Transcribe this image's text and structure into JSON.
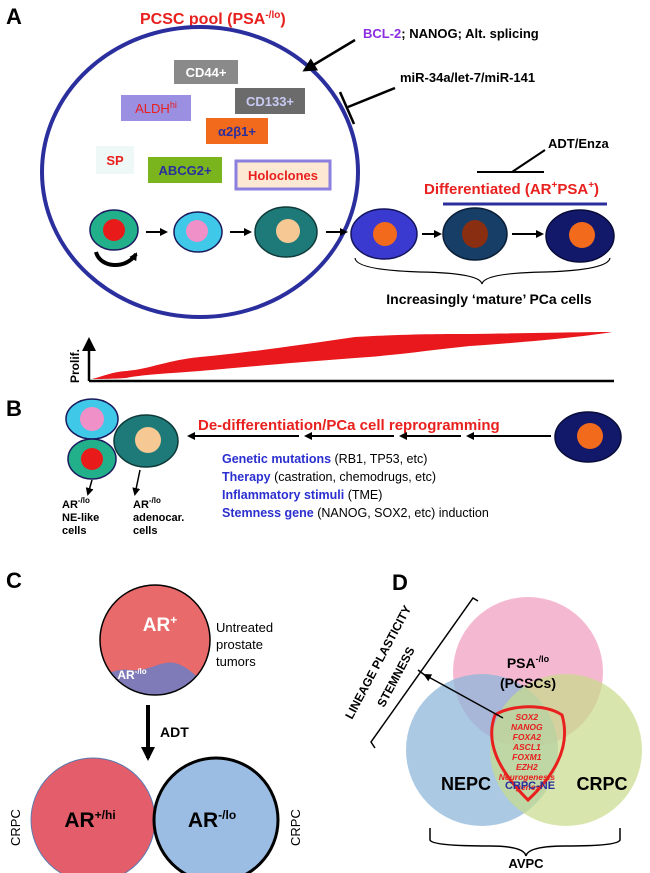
{
  "panels": {
    "a": "A",
    "b": "B",
    "c": "C",
    "d": "D"
  },
  "panel_a": {
    "pool_title": "PCSC pool (PSA",
    "pool_title_sup": "-/lo",
    "pool_title_close": ")",
    "bcl2": "BCL-2",
    "regulators_rest": "; NANOG; Alt. splicing",
    "mirnas": "miR-34a/let-7/miR-141",
    "markers": {
      "cd44": "CD44+",
      "aldh": "ALDH",
      "aldh_sup": "hi",
      "cd133": "CD133+",
      "a2b1": "α2β1+",
      "sp": "SP",
      "abcg2": "ABCG2+",
      "holoclones": "Holoclones"
    },
    "adt_enza": "ADT/Enza",
    "differentiated": "Differentiated (AR",
    "differentiated_sup1": "+",
    "differentiated_mid": "PSA",
    "differentiated_sup2": "+",
    "differentiated_close": ")",
    "mature_label": "Increasingly ‘mature’ PCa cells",
    "prolif_label": "Prolif."
  },
  "panel_b": {
    "title": "De-differentiation/PCa cell reprogramming",
    "factors": [
      {
        "bold": "Genetic mutations",
        "rest": " (RB1, TP53, etc)"
      },
      {
        "bold": "Therapy",
        "rest": " (castration, chemodrugs, etc)"
      },
      {
        "bold": "Inflammatory stimuli",
        "rest": " (TME)"
      },
      {
        "bold": "Stemness gene",
        "rest": " (NANOG, SOX2, etc) induction"
      }
    ],
    "ne_line1": "AR",
    "ne_sup": "-/lo",
    "ne_line2": "NE-like",
    "ne_line3": "cells",
    "ad_line1": "AR",
    "ad_sup": "-/lo",
    "ad_line2": "adenocar.",
    "ad_line3": "cells"
  },
  "panel_c": {
    "ar_pos": "AR",
    "ar_pos_sup": "+",
    "ar_lo": "AR",
    "ar_lo_sup": "-/lo",
    "untreated_1": "Untreated",
    "untreated_2": "prostate",
    "untreated_3": "tumors",
    "adt": "ADT",
    "crpc_left": "CRPC",
    "crpc_right": "CRPC",
    "ar_hi": "AR",
    "ar_hi_sup": "+/hi",
    "ar_lo2": "AR",
    "ar_lo2_sup": "-/lo"
  },
  "panel_d": {
    "lineage_1": "LINEAGE PLASTICITY",
    "lineage_2": "STEMNESS",
    "psa_label": "PSA",
    "psa_sup": "-/lo",
    "pcscs": "(PCSCs)",
    "genes": [
      "SOX2",
      "NANOG",
      "FOXA2",
      "ASCL1",
      "FOXM1",
      "EZH2",
      "Neurogenesis",
      "genes"
    ],
    "nepc": "NEPC",
    "crpc": "CRPC",
    "crpc_ne": "CRPC-NE",
    "avpc": "AVPC"
  },
  "colors": {
    "red_title": "#e8201e",
    "purple": "#8b2be2",
    "navy": "#2b2f9e",
    "curve_red": "#e8181c",
    "venn_pink": "#f0a2c0",
    "venn_blue": "#8fb7da",
    "venn_green": "#c8dc8a"
  }
}
